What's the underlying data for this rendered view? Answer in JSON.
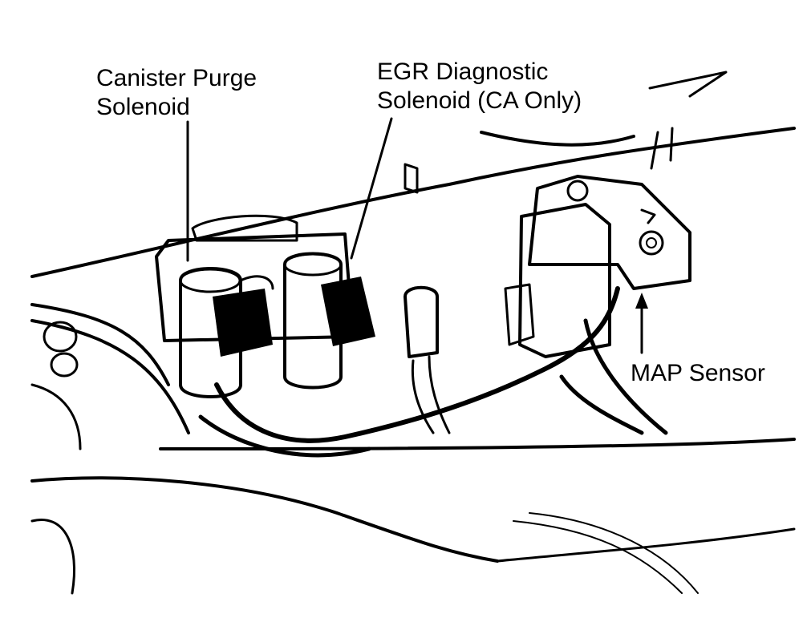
{
  "labels": {
    "canister_purge": {
      "line1": "Canister Purge",
      "line2": "Solenoid"
    },
    "egr_diagnostic": {
      "line1": "EGR Diagnostic",
      "line2": "Solenoid (CA Only)"
    },
    "map_sensor": {
      "text": "MAP Sensor"
    }
  },
  "colors": {
    "ink": "#000000",
    "paper": "#ffffff"
  }
}
